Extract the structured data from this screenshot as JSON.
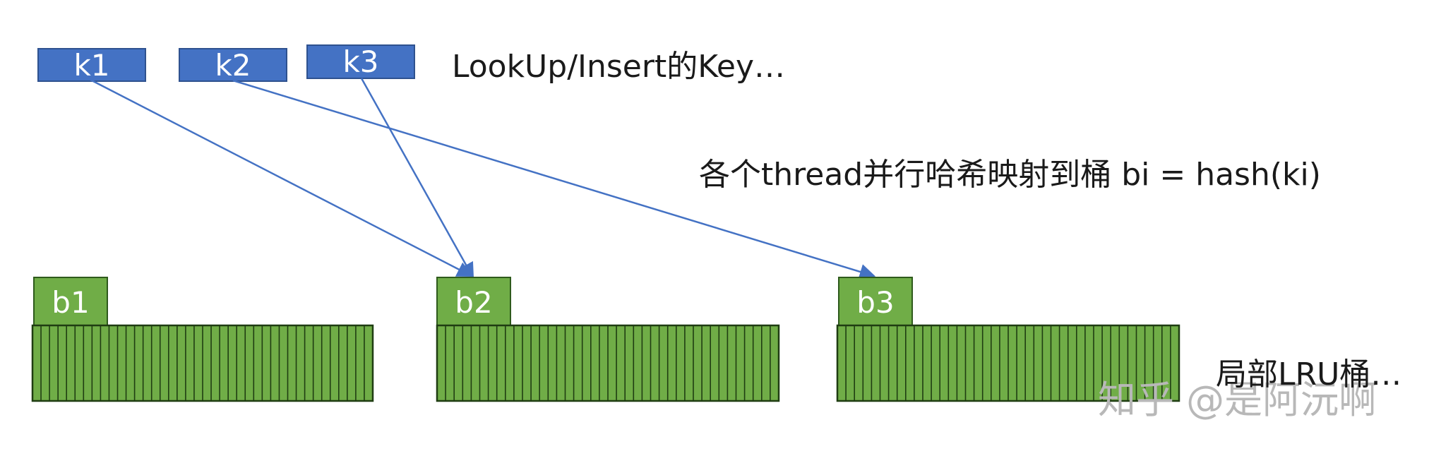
{
  "keys": [
    {
      "id": "k1",
      "label": "k1"
    },
    {
      "id": "k2",
      "label": "k2"
    },
    {
      "id": "k3",
      "label": "k3"
    }
  ],
  "buckets": [
    {
      "id": "b1",
      "label": "b1"
    },
    {
      "id": "b2",
      "label": "b2"
    },
    {
      "id": "b3",
      "label": "b3"
    }
  ],
  "mappings": [
    {
      "from": "k1",
      "to": "b2"
    },
    {
      "from": "k3",
      "to": "b2"
    },
    {
      "from": "k2",
      "to": "b3"
    }
  ],
  "captions": {
    "keys_caption": "LookUp/Insert的Key…",
    "hash_caption": "各个thread并行哈希映射到桶 bi = hash(ki)",
    "lru_caption": "局部LRU桶…"
  },
  "watermark": "知乎 @是阿沅啊",
  "colors": {
    "key_fill": "#4472C4",
    "key_stroke": "#2F528F",
    "arrow": "#4472C4",
    "bucket_fill": "#70AD47",
    "bucket_stroke": "#2E5A1C",
    "slot_line": "#1F3D12"
  }
}
